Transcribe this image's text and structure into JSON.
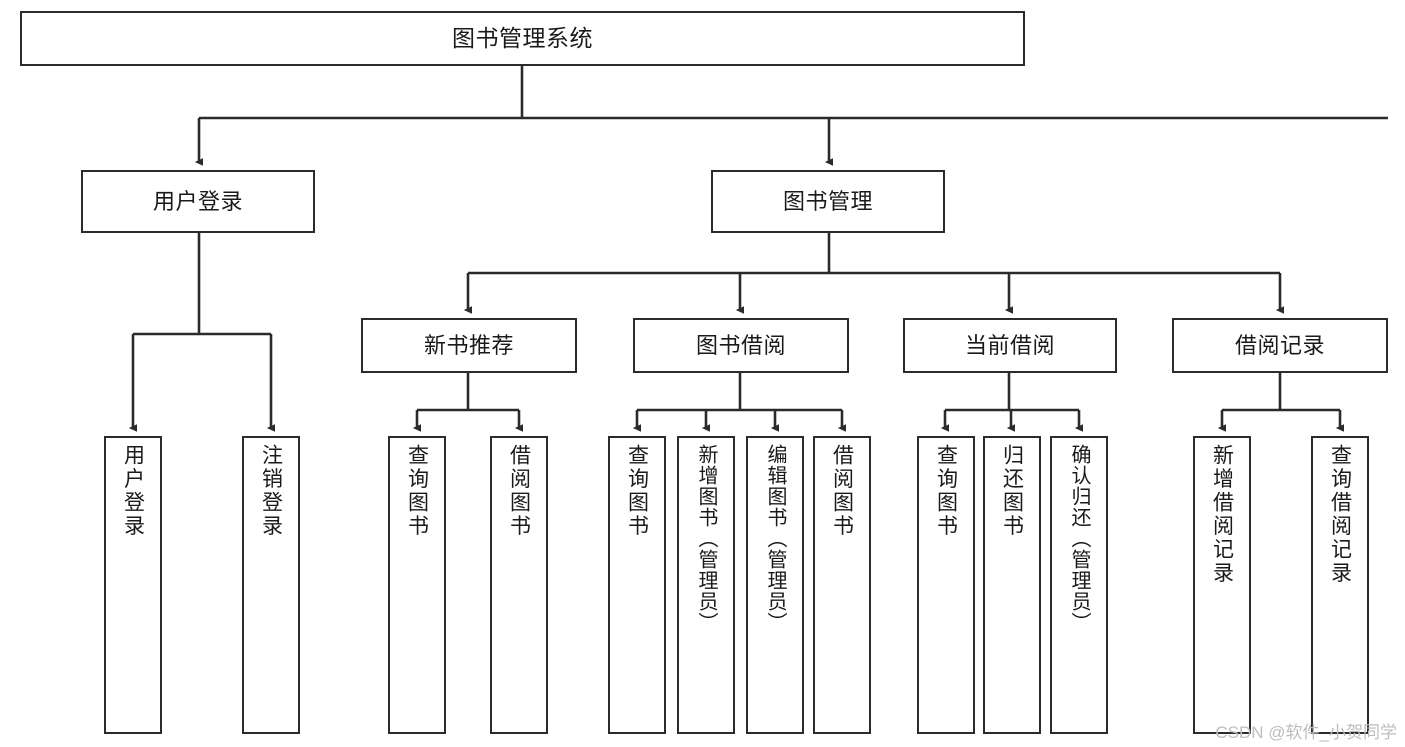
{
  "diagram": {
    "title": "图书管理系统",
    "type": "tree-hierarchy-chart",
    "line_color": "#2b2b2b",
    "box_fill": "#ffffff",
    "text_color": "#1a1a1a",
    "watermark": "CSDN @软件_小贺同学"
  },
  "nodes": {
    "root": {
      "label": "图书管理系统"
    },
    "level1": [
      {
        "label": "用户登录"
      },
      {
        "label": "图书管理"
      }
    ],
    "level2": [
      {
        "label": "新书推荐"
      },
      {
        "label": "图书借阅"
      },
      {
        "label": "当前借阅"
      },
      {
        "label": "借阅记录"
      }
    ],
    "leaves_user_login": [
      {
        "label": "用户登录"
      },
      {
        "label": "注销登录"
      }
    ],
    "leaves_new_book": [
      {
        "label": "查询图书"
      },
      {
        "label": "借阅图书"
      }
    ],
    "leaves_borrow": [
      {
        "label": "查询图书"
      },
      {
        "label": "新增图书（管理员）"
      },
      {
        "label": "编辑图书（管理员）"
      },
      {
        "label": "借阅图书"
      }
    ],
    "leaves_current": [
      {
        "label": "查询图书"
      },
      {
        "label": "归还图书"
      },
      {
        "label": "确认归还（管理员）"
      }
    ],
    "leaves_records": [
      {
        "label": "新增借阅记录"
      },
      {
        "label": "查询借阅记录"
      }
    ]
  }
}
